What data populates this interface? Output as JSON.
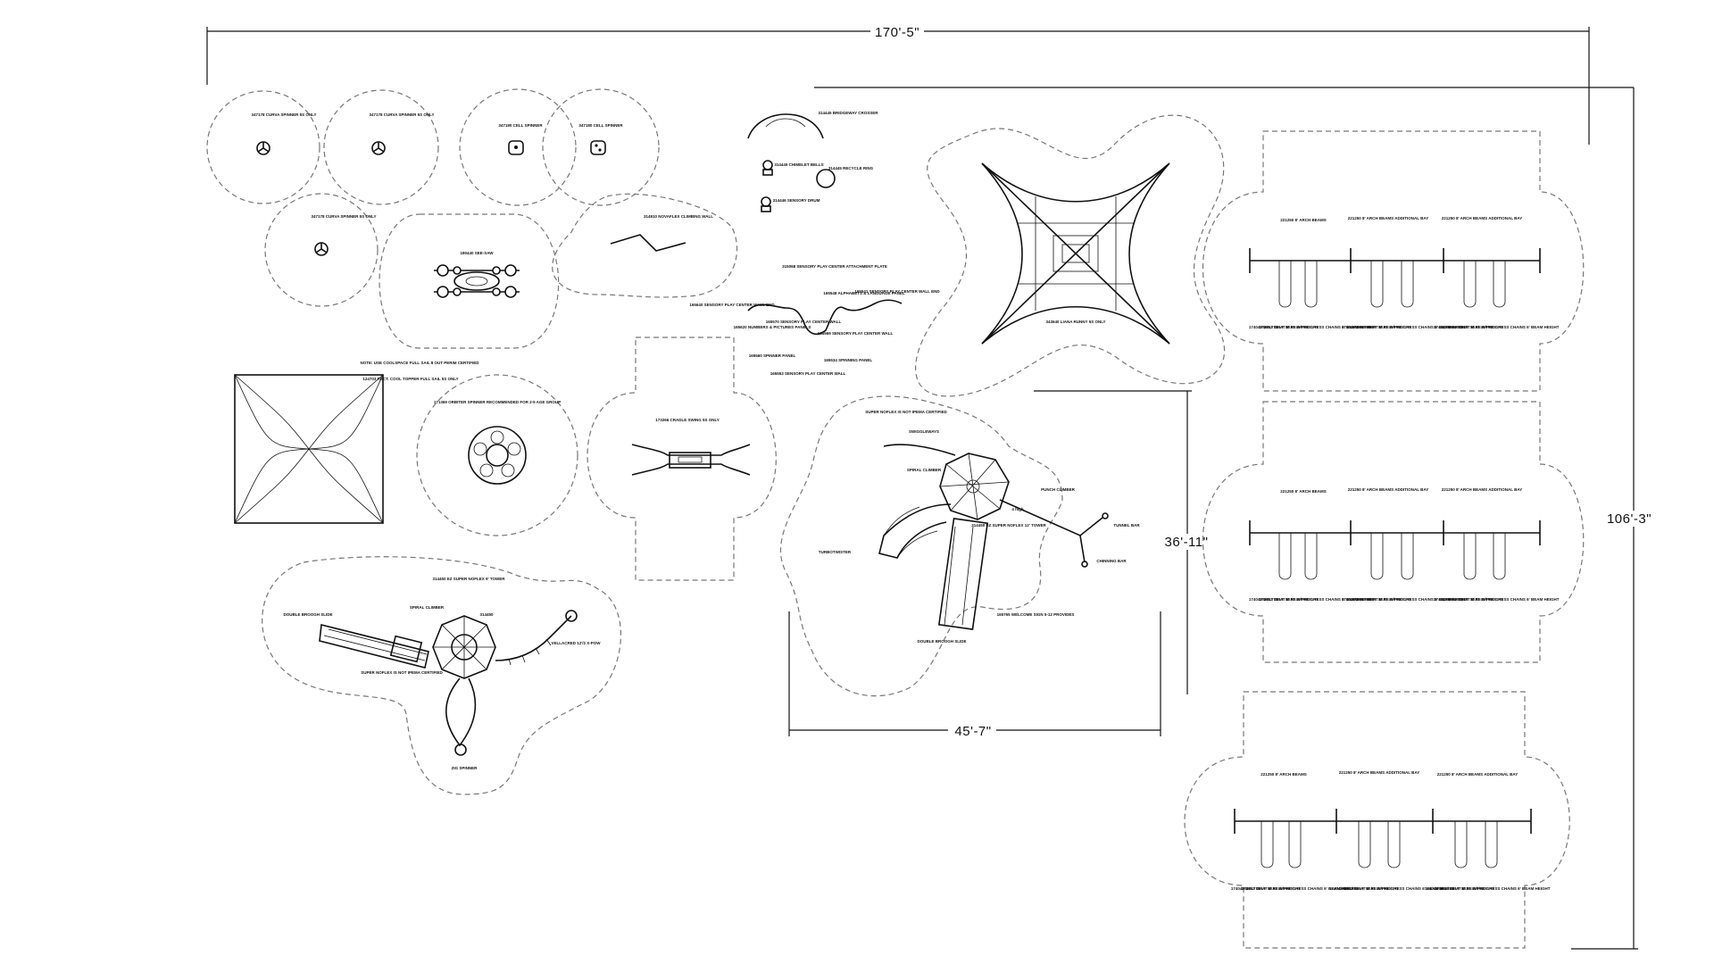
{
  "dimensions": {
    "overall_width": "170'-5\"",
    "overall_height": "106'-3\"",
    "play_width": "45'-7\"",
    "play_height": "36'-11\""
  },
  "labels": {
    "spinner1": "347178 CURVA SPINNER 5S ONLY",
    "spinner2": "347178 CURVA SPINNER 5S ONLY",
    "spinner3": "347178 CURVA SPINNER 5S ONLY",
    "cell1": "347180 CELL SPINNER",
    "cell2": "347180 CELL SPINNER",
    "seesaw": "180440 SEE-SAW",
    "spring": "314910 NOVAFLEX CLIMBING WALL",
    "arch": "314445 BRIDGEWAY CROSSER",
    "bell1": "314445 CHIMELET BELLS",
    "ring": "314445 RECYCLE RING",
    "bell2": "314446 SENSORY DRUM",
    "sensory_top": "315068 SENSORY PLAY CENTER ATTACHMENT PLATE",
    "sensory_b": "165640 SENSORY PLAY CENTER WALL END",
    "sensory_c": "165548 ALPHABETS & LANGUAGE PANEL",
    "sensory_d": "165541 SENSORY PLAY CENTER WALL END",
    "sensory_e": "165620 NUMBERS & PICTURES PANELS",
    "sensory_f": "165570 SENSORY PLAY CENTER WALL",
    "sensory_g": "165569 SENSORY PLAY CENTER WALL",
    "sensory_h": "165560 SPINNER PANEL",
    "sensory_i": "165534 SPINNING PANEL",
    "sensory_j": "165553 SENSORY PLAY CENTER WALL",
    "shade_note": "NOTE: USE COOLSPACE FULL SAIL 8 OUT PERIM CERTIFIED",
    "shade": "124703 RECT. COOL TOPPER FULL SAIL 5S ONLY",
    "saucer": "171369 ORBITER SPINNER RECOMMENDED FOR 2-5 AGE GROUP",
    "cradle": "173266 CRADLE SWING 5S ONLY",
    "net": "343640 LIANA RUNNY 5S ONLY",
    "struct_a_note": "SUPER NOFLEX IS NOT IPEMA CERTIFIED",
    "struct_a_1": "SWIGGLEWAYS",
    "struct_a_2": "SPIRAL CLIMBER",
    "struct_a_3": "TURBOTWISTER",
    "struct_a_4": "PUNCH CLIMBER",
    "struct_a_5": "TUNNEL BAR",
    "struct_a_6": "CHINNING BAR",
    "struct_a_7": "314450 EZ SUPER NOFLEX 12' TOWER",
    "struct_a_8": "DOUBLE BROOGH SLIDE",
    "struct_a_9": "165765 WELCOME SIGN 5-12 PROVIDES",
    "struct_a_tag": "4 high",
    "struct_b_1": "314450 EZ SUPER NOFLEX 9' TOWER",
    "struct_b_2": "DOUBLE BROOGH SLIDE",
    "struct_b_3": "SPIRAL CLIMBER",
    "struct_b_4": "314450",
    "struct_b_5": "VELLACRED 12'/2 X-POW",
    "struct_b_6": "SUPER NOFLEX IS NOT IPEMA CERTIFIED",
    "struct_b_7": "ZIG SPINNER",
    "sw1_h1": "221250 8' ARCH BEAMS",
    "sw1_h2": "221250 8' ARCH BEAMS ADDITIONAL BAY",
    "sw1_h3": "221250 8' ARCH BEAMS ADDITIONAL BAY",
    "sw_seat_a": "174049 BELT SEAT 6' BEAM HEIGHT",
    "sw_seat_b": "174052 BELT SEAT W/PROGRESS CHAINS 6' BEAM HEIGHT",
    "sw2_h1": "221250 8' ARCH BEAMS",
    "sw2_h2": "221250 8' ARCH BEAMS ADDITIONAL BAY",
    "sw2_h3": "221250 8' ARCH BEAMS ADDITIONAL BAY",
    "sw3_h1": "221250 8' ARCH BEAMS",
    "sw3_h2": "221250 8' ARCH BEAMS ADDITIONAL BAY",
    "sw3_h3": "221250 8' ARCH BEAMS ADDITIONAL BAY"
  }
}
